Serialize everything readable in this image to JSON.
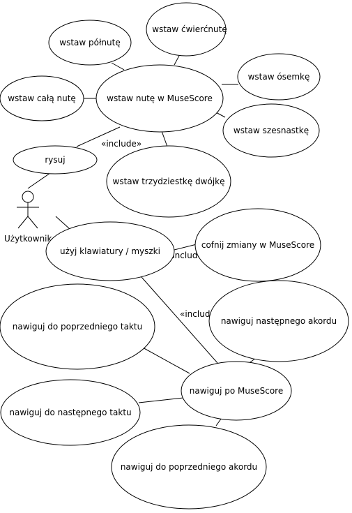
{
  "actor": {
    "label": "Użytkownik"
  },
  "use_cases": {
    "wstaw_polnute": "wstaw półnutę",
    "wstaw_cwiercnute": "wstaw ćwierćnutę",
    "wstaw_osemke": "wstaw ósemkę",
    "wstaw_cala_nute": "wstaw całą nutę",
    "wstaw_nute": "wstaw nutę w MuseScore",
    "wstaw_szesnastke": "wstaw szesnastkę",
    "rysuj": "rysuj",
    "wstaw_trzydziestke": "wstaw trzydziestkę dwójkę",
    "uzyj_klawiatury": "użyj klawiatury / myszki",
    "cofnij_zmiany": "cofnij zmiany w MuseScore",
    "nawiguj_poprz_taktu": "nawiguj do poprzedniego taktu",
    "nawiguj_nast_akordu": "nawiguj następnego akordu",
    "nawiguj_po": "nawiguj po MuseScore",
    "nawiguj_nast_taktu": "nawiguj do następnego taktu",
    "nawiguj_poprz_akordu": "nawiguj do poprzedniego akordu"
  },
  "relations": {
    "include_1": "«include»",
    "include_2": "«include»",
    "include_3": "«include»"
  }
}
